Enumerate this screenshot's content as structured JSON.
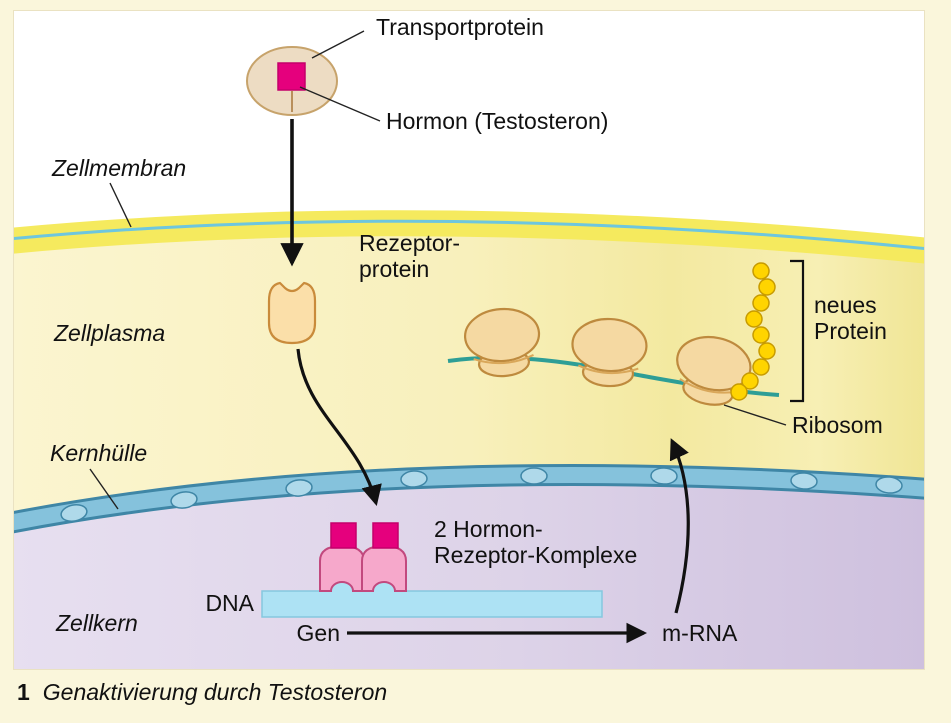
{
  "caption": {
    "number": "1",
    "text": "Genaktivierung durch Testosteron"
  },
  "labels": {
    "transportprotein": "Transportprotein",
    "hormon": "Hormon (Testosteron)",
    "zellmembran": "Zellmembran",
    "rezeptor_line1": "Rezeptor-",
    "rezeptor_line2": "protein",
    "zellplasma": "Zellplasma",
    "neues_protein_line1": "neues",
    "neues_protein_line2": "Protein",
    "kernhuelle": "Kernhülle",
    "komplexe_line1": "2 Hormon-",
    "komplexe_line2": "Rezeptor-Komplexe",
    "dna": "DNA",
    "ribosom": "Ribosom",
    "zellkern": "Zellkern",
    "gen": "Gen",
    "mrna": "m-RNA"
  },
  "colors": {
    "hormone": "#E5007D",
    "dna": "#ADE2F4",
    "mrna": "#2E9E96",
    "protein_bead": "#FFD400",
    "membrane": "#F5EA5E",
    "membrane_line": "#6EC6DE",
    "nucleus_band": "#85C2DC",
    "complex": "#F6A8CB",
    "ribosome": "#F5D9A2",
    "arrow": "#111111"
  }
}
